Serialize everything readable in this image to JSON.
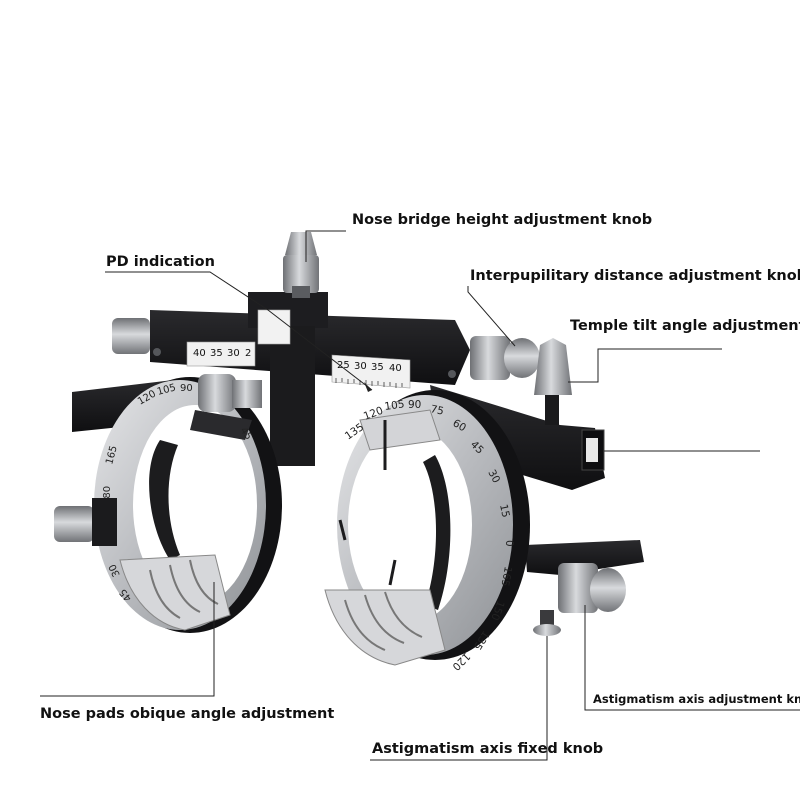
{
  "labels": {
    "nose_bridge": "Nose bridge height adjustment knob",
    "pd_indication": "PD indication",
    "ipd_knob": "Interpupilitary distance adjustment knob",
    "temple_tilt": "Temple tilt angle adjustment",
    "nose_pads": "Nose pads obique angle adjustment",
    "axis_fixed": "Astigmatism axis fixed knob",
    "axis_adjust": "Astigmatism axis adjustment knob"
  },
  "scales": {
    "left_pd": [
      "40",
      "35",
      "30",
      "2"
    ],
    "right_pd": [
      "25",
      "30",
      "35",
      "40"
    ],
    "left_axis": [
      "120",
      "105",
      "90",
      "45",
      "165",
      "180",
      "15",
      "30",
      "45"
    ],
    "right_axis": [
      "135",
      "120",
      "105",
      "90",
      "75",
      "60",
      "45",
      "30",
      "15",
      "0",
      "165",
      "150",
      "135",
      "120"
    ]
  },
  "colors": {
    "frame": "#1b1b1d",
    "metal": "#c9cbce",
    "metal_dark": "#8d9094",
    "knob": "#a7a9ad",
    "leader": "#222222",
    "text": "#111111"
  }
}
